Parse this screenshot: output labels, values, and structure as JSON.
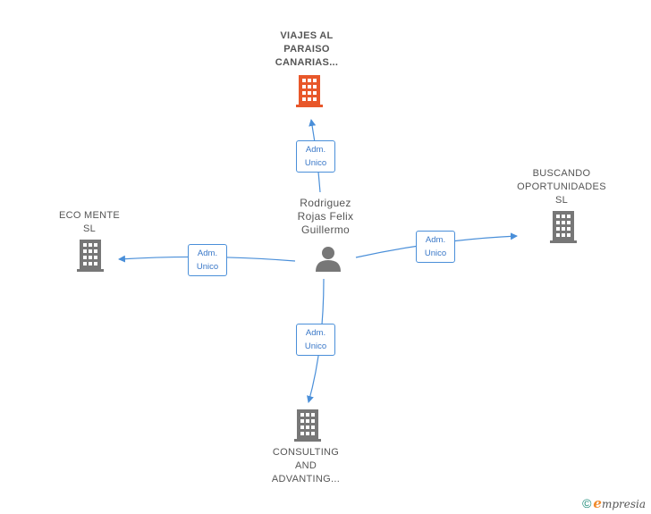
{
  "diagram": {
    "center": {
      "name": "Rodriguez\nRojas Felix\nGuillermo",
      "icon": "person-icon"
    },
    "companies": [
      {
        "id": "viajes",
        "name": "VIAJES AL\nPARAISO\nCANARIAS...",
        "color": "#e8572a",
        "icon": "building-icon"
      },
      {
        "id": "buscando",
        "name": "BUSCANDO\nOPORTUNIDADES\nSL",
        "color": "#777777",
        "icon": "building-icon"
      },
      {
        "id": "eco",
        "name": "ECO MENTE\nSL",
        "color": "#777777",
        "icon": "building-icon"
      },
      {
        "id": "consulting",
        "name": "CONSULTING\nAND\nADVANTING...",
        "color": "#777777",
        "icon": "building-icon"
      }
    ],
    "roles": [
      {
        "target": "viajes",
        "label": "Adm.\nUnico"
      },
      {
        "target": "buscando",
        "label": "Adm.\nUnico"
      },
      {
        "target": "eco",
        "label": "Adm.\nUnico"
      },
      {
        "target": "consulting",
        "label": "Adm.\nUnico"
      }
    ],
    "edge_color": "#4a8fd9"
  },
  "footer": {
    "copyright_symbol": "©",
    "brand_initial": "e",
    "brand_rest": "mpresia"
  }
}
